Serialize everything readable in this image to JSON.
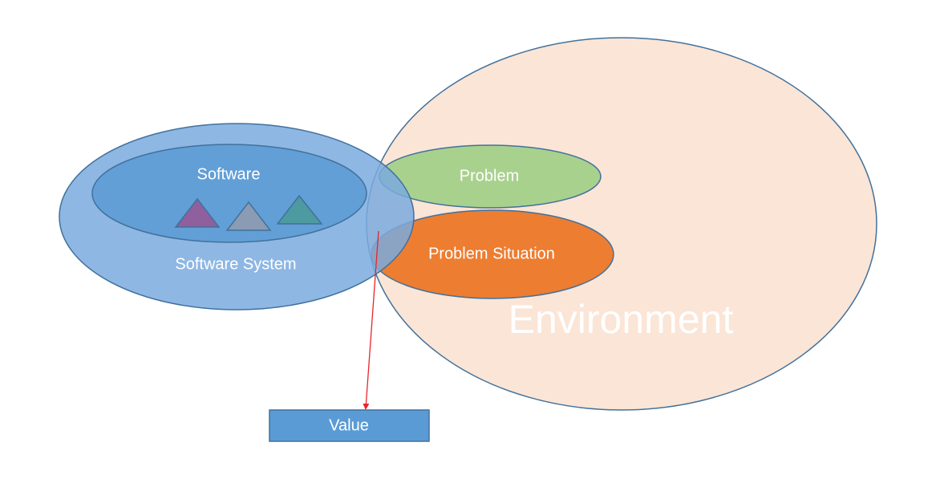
{
  "diagram": {
    "environment": {
      "label": "Environment",
      "fill": "#fbe5d6",
      "stroke": "#41719c",
      "text_color": "#000000"
    },
    "software_system": {
      "label": "Software System",
      "fill": "#7aaade",
      "stroke": "#41719c",
      "text_color": "#ffffff"
    },
    "software": {
      "label": "Software",
      "fill": "#5b9bd5",
      "stroke": "#41719c",
      "text_color": "#86b4e2",
      "triangles": [
        {
          "name": "purple-triangle",
          "fill": "#8f5f9e"
        },
        {
          "name": "gray-triangle",
          "fill": "#8a9bb3"
        },
        {
          "name": "teal-triangle",
          "fill": "#4d9aa0"
        }
      ]
    },
    "problem": {
      "label": "Problem",
      "fill": "#a9d18e",
      "stroke": "#41719c",
      "text_color": "#ffffff"
    },
    "problem_situation": {
      "label": "Problem Situation",
      "fill": "#ed7d31",
      "stroke": "#41719c",
      "text_color": "#ffffff"
    },
    "value": {
      "label": "Value",
      "fill": "#5b9bd5",
      "stroke": "#41719c",
      "text_color": "#ffffff"
    },
    "arrow": {
      "color": "#e8242a"
    }
  }
}
